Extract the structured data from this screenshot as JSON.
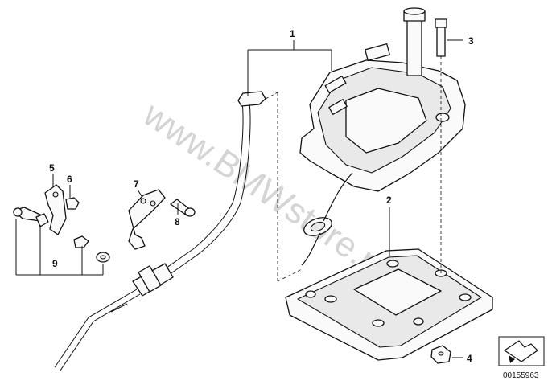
{
  "diagram": {
    "watermark": "www.BMWstore.pl",
    "image_code": "00155963",
    "callouts": [
      {
        "id": "callout-1",
        "label": "1"
      },
      {
        "id": "callout-2",
        "label": "2"
      },
      {
        "id": "callout-3",
        "label": "3"
      },
      {
        "id": "callout-4",
        "label": "4"
      },
      {
        "id": "callout-5",
        "label": "5"
      },
      {
        "id": "callout-6",
        "label": "6"
      },
      {
        "id": "callout-7",
        "label": "7"
      },
      {
        "id": "callout-8",
        "label": "8"
      },
      {
        "id": "callout-9",
        "label": "9"
      }
    ],
    "nav_icon": "arrow-next-icon"
  }
}
